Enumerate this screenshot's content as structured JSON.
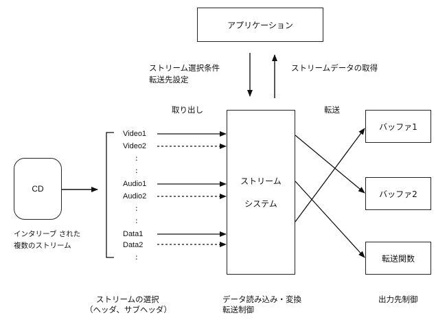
{
  "application": {
    "label": "アプリケーション"
  },
  "app_link": {
    "down_label_line1": "ストリーム選択条件",
    "down_label_line2": "転送先設定",
    "up_label": "ストリームデータの取得"
  },
  "cd": {
    "label": "CD",
    "caption_line1": "インタリーブ された",
    "caption_line2": "複数のストリーム"
  },
  "extract_label": "取り出し",
  "transfer_label": "転送",
  "streams": [
    {
      "label": "Video1",
      "line": "solid"
    },
    {
      "label": "Video2",
      "line": "dashed"
    },
    {
      "label": "Audio1",
      "line": "solid"
    },
    {
      "label": "Audio2",
      "line": "dashed"
    },
    {
      "label": "Data1",
      "line": "solid"
    },
    {
      "label": "Data2",
      "line": "dashed"
    }
  ],
  "ellipsis": ":",
  "stream_system": {
    "line1": "ストリーム",
    "line2": "システム"
  },
  "outputs": [
    {
      "label": "バッファ1"
    },
    {
      "label": "バッファ2"
    },
    {
      "label": "転送関数"
    }
  ],
  "captions": {
    "left_line1": "ストリームの選択",
    "left_line2": "（ヘッダ、サブヘッダ）",
    "center_line1": "データ読み込み・変換",
    "center_line2": "転送制御",
    "right": "出力先制御"
  }
}
